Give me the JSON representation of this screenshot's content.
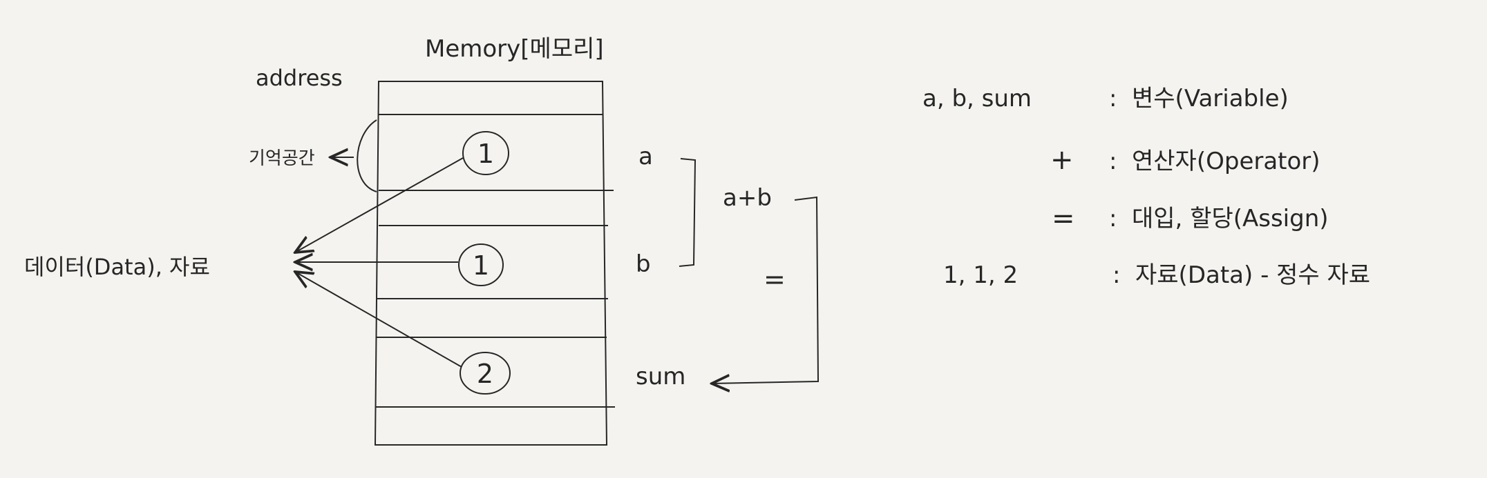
{
  "diagram": {
    "title": "Memory[메모리]",
    "address_label": "address",
    "storage_space_label": "기억공간",
    "data_label": "데이터(Data), 자료",
    "cells": [
      {
        "value": "1",
        "variable": "a"
      },
      {
        "value": "1",
        "variable": "b"
      },
      {
        "value": "2",
        "variable": "sum"
      }
    ],
    "expression": "a+b",
    "equals": "="
  },
  "legend": [
    {
      "term": "a, b, sum",
      "sep": ":",
      "desc": "변수(Variable)"
    },
    {
      "term": "+",
      "sep": ":",
      "desc": "연산자(Operator)"
    },
    {
      "term": "=",
      "sep": ":",
      "desc": "대입, 할당(Assign)"
    },
    {
      "term": "1, 1, 2",
      "sep": ":",
      "desc": "자료(Data) - 정수 자료"
    }
  ]
}
